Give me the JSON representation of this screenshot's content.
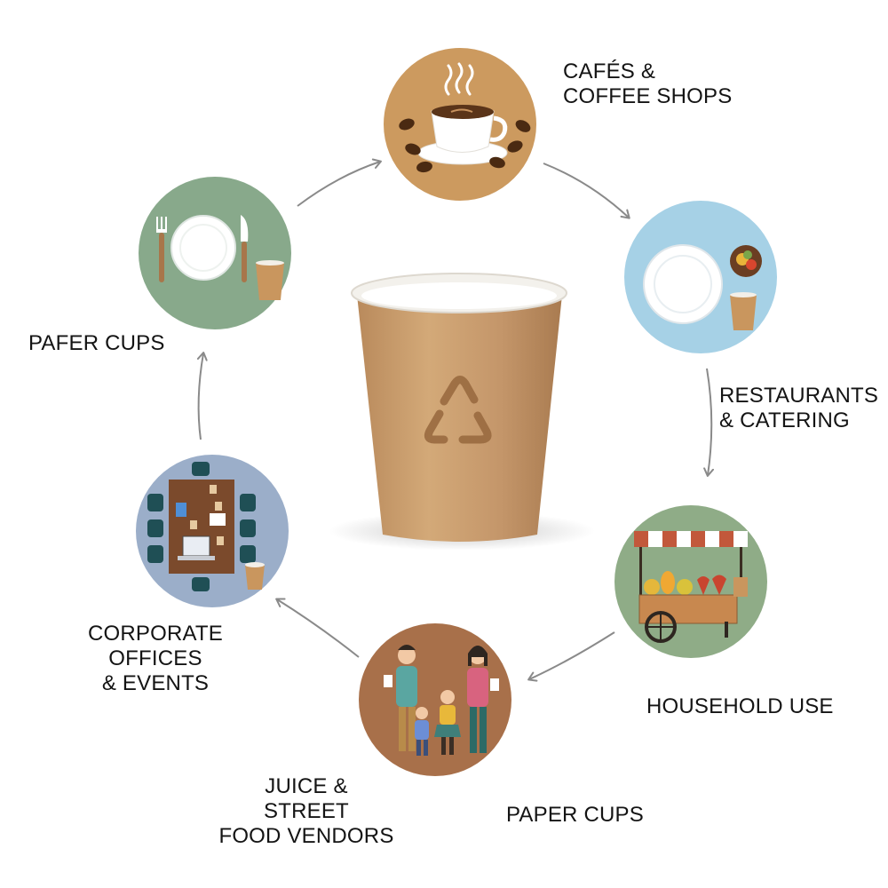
{
  "labels": {
    "cafes": "CAFÉS &\nCOFFEE SHOPS",
    "restaurants": "RESTAURANTS\n& CATERING",
    "household": "HOUSEHOLD USE",
    "paper_cups": "PAPER CUPS",
    "juice": "JUICE &\nSTREET\nFOOD VENDORS",
    "corporate": "CORPORATE\nOFFICES\n & EVENTS",
    "pafer_cups": "PAFER CUPS"
  },
  "colors": {
    "cafe_bg": "#cc9a5f",
    "restaurant_bg": "#a6d1e6",
    "household_bg": "#8fac87",
    "family_bg": "#a8704a",
    "office_bg": "#9baec9",
    "dining_bg": "#88a98b",
    "cup_kraft": "#c79b6b",
    "arrow": "#8a8a8a"
  },
  "icons": {
    "recycle": "recycle-icon"
  }
}
